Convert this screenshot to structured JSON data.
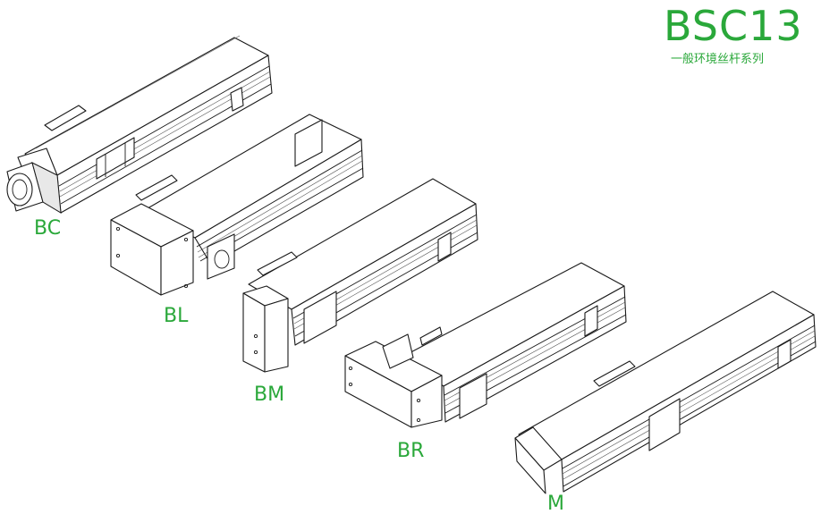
{
  "header": {
    "title": "BSC13",
    "subtitle": "一般环境丝杆系列"
  },
  "variants": [
    {
      "key": "bc",
      "label": "BC"
    },
    {
      "key": "bl",
      "label": "BL"
    },
    {
      "key": "bm",
      "label": "BM"
    },
    {
      "key": "br",
      "label": "BR"
    },
    {
      "key": "m",
      "label": "M"
    }
  ],
  "colors": {
    "label_green": "#2aa83a",
    "line": "#1a1a1a",
    "background": "#ffffff"
  }
}
